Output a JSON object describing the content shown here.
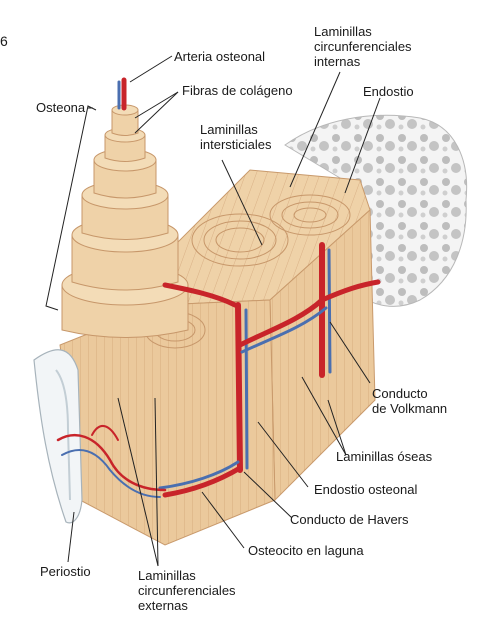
{
  "figure_number": "6",
  "labels": {
    "arteria_osteonal": "Arteria osteonal",
    "laminillas_circ_internas": [
      "Laminillas",
      "circunferenciales",
      "internas"
    ],
    "fibras_colageno": "Fibras de colágeno",
    "osteona": "Osteona",
    "endostio": "Endostio",
    "laminillas_intersticiales": [
      "Laminillas",
      "intersticiales"
    ],
    "conducto_volkmann": [
      "Conducto",
      "de Volkmann"
    ],
    "laminillas_oseas": "Laminillas óseas",
    "endostio_osteonal": "Endostio osteonal",
    "conducto_havers": "Conducto de Havers",
    "osteocito_laguna": "Osteocito en laguna",
    "periostio": "Periostio",
    "laminillas_circ_externas": [
      "Laminillas",
      "circunferenciales",
      "externas"
    ]
  },
  "colors": {
    "bone": "#efd2a8",
    "bone_dark": "#dcb385",
    "artery": "#c8242a",
    "vein": "#4a6fb0",
    "spongy": "#e4e4e4",
    "periosteum": "#eef2f4"
  }
}
